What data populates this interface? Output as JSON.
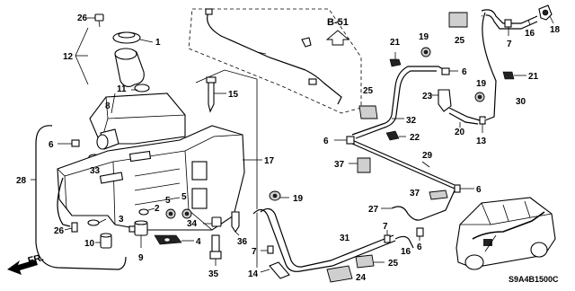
{
  "diagram": {
    "ref_label": "B-51",
    "front_label": "FR.",
    "catalog_code": "S9A4B1500C",
    "callouts": [
      {
        "id": "c26a",
        "text": "26"
      },
      {
        "id": "c1",
        "text": "1"
      },
      {
        "id": "c12",
        "text": "12"
      },
      {
        "id": "c11",
        "text": "11"
      },
      {
        "id": "c8",
        "text": "8"
      },
      {
        "id": "c6a",
        "text": "6"
      },
      {
        "id": "c33",
        "text": "33"
      },
      {
        "id": "c28",
        "text": "28"
      },
      {
        "id": "c3",
        "text": "3"
      },
      {
        "id": "c26b",
        "text": "26"
      },
      {
        "id": "c10",
        "text": "10"
      },
      {
        "id": "c2",
        "text": "2"
      },
      {
        "id": "c9",
        "text": "9"
      },
      {
        "id": "c5a",
        "text": "5"
      },
      {
        "id": "c5b",
        "text": "5"
      },
      {
        "id": "c34",
        "text": "34"
      },
      {
        "id": "c4",
        "text": "4"
      },
      {
        "id": "c35",
        "text": "35"
      },
      {
        "id": "c36",
        "text": "36"
      },
      {
        "id": "c15",
        "text": "15"
      },
      {
        "id": "c17",
        "text": "17"
      },
      {
        "id": "c19a",
        "text": "19"
      },
      {
        "id": "c7a",
        "text": "7"
      },
      {
        "id": "c14",
        "text": "14"
      },
      {
        "id": "c31",
        "text": "31"
      },
      {
        "id": "c24",
        "text": "24"
      },
      {
        "id": "c25a",
        "text": "25"
      },
      {
        "id": "c16a",
        "text": "16"
      },
      {
        "id": "c7b",
        "text": "7"
      },
      {
        "id": "c6b",
        "text": "6"
      },
      {
        "id": "c27",
        "text": "27"
      },
      {
        "id": "c37a",
        "text": "37"
      },
      {
        "id": "c6c",
        "text": "6"
      },
      {
        "id": "c29",
        "text": "29"
      },
      {
        "id": "c37b",
        "text": "37"
      },
      {
        "id": "c6d",
        "text": "6"
      },
      {
        "id": "c22",
        "text": "22"
      },
      {
        "id": "c32",
        "text": "32"
      },
      {
        "id": "c25b",
        "text": "25"
      },
      {
        "id": "c23",
        "text": "23"
      },
      {
        "id": "c21a",
        "text": "21"
      },
      {
        "id": "c19b",
        "text": "19"
      },
      {
        "id": "c6e",
        "text": "6"
      },
      {
        "id": "c20",
        "text": "20"
      },
      {
        "id": "c13",
        "text": "13"
      },
      {
        "id": "c19c",
        "text": "19"
      },
      {
        "id": "c30",
        "text": "30"
      },
      {
        "id": "c21b",
        "text": "21"
      },
      {
        "id": "c25c",
        "text": "25"
      },
      {
        "id": "c7c",
        "text": "7"
      },
      {
        "id": "c16b",
        "text": "16"
      },
      {
        "id": "c18",
        "text": "18"
      }
    ]
  }
}
